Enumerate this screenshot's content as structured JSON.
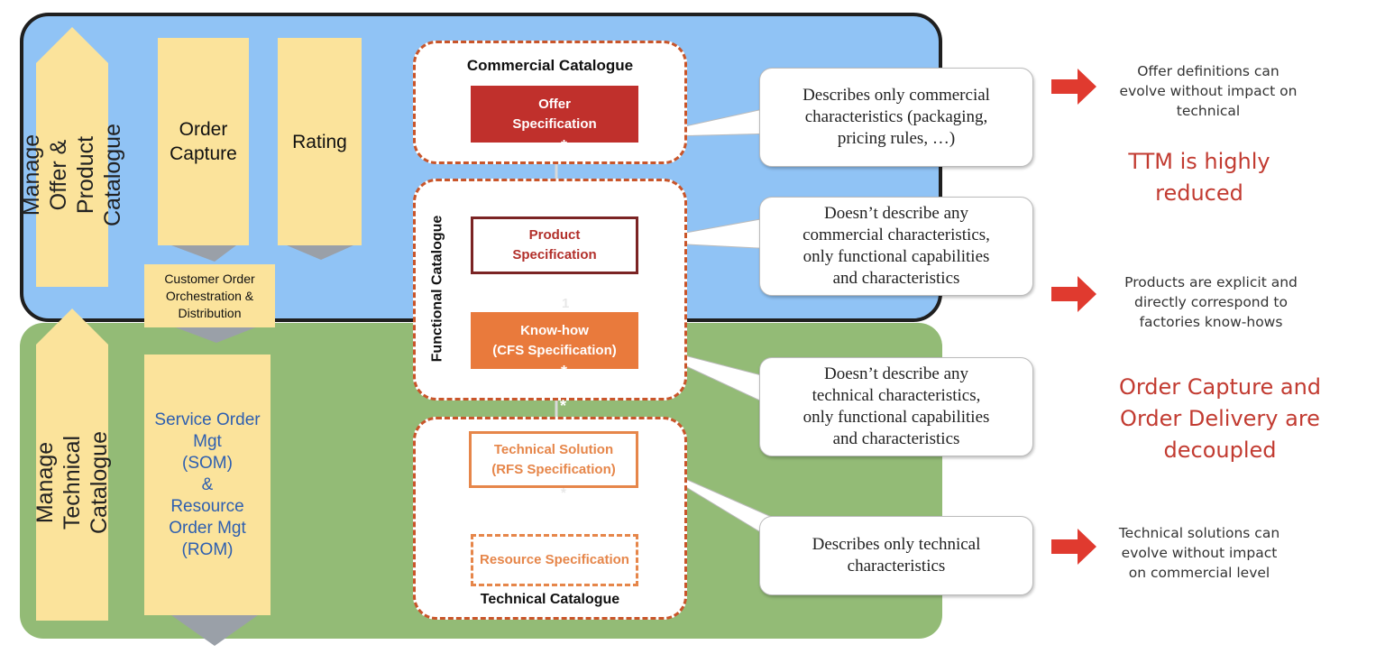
{
  "left_labels": {
    "offer_product": "Manage Offer &\nProduct Catalogue",
    "technical": "Manage Technical\nCatalogue"
  },
  "process_boxes": {
    "order_capture": "Order\nCapture",
    "rating": "Rating",
    "customer_order": "Customer Order\nOrchestration &\nDistribution",
    "service_order": "Service Order\nMgt\n(SOM)\n&\nResource\nOrder Mgt\n(ROM)"
  },
  "catalogues": {
    "commercial": {
      "title": "Commercial Catalogue",
      "offer_spec": "Offer\nSpecification"
    },
    "functional": {
      "title": "Functional Catalogue",
      "product_spec": "Product\nSpecification",
      "know_how": "Know-how\n(CFS Specification)"
    },
    "technical": {
      "title": "Technical Catalogue",
      "technical_solution": "Technical Solution\n(RFS Specification)",
      "resource_spec": "Resource Specification"
    }
  },
  "multiplicity": {
    "offer_bottom": "*",
    "product_bottom": "1",
    "knowhow_bottom": "*",
    "knowhow_link": "*",
    "techsol_bottom": "*"
  },
  "callouts": {
    "commercial": "Describes only commercial\ncharacteristics (packaging,\npricing rules, …)",
    "product": "Doesn’t describe any\ncommercial characteristics,\nonly functional capabilities\nand characteristics",
    "knowhow": "Doesn’t describe any\ntechnical characteristics,\nonly functional capabilities\nand  characteristics",
    "technical": "Describes only technical\ncharacteristics"
  },
  "notes": {
    "offer": "Offer definitions can\nevolve without impact on\ntechnical",
    "ttm": "TTM is highly\nreduced",
    "products": "Products are  explicit and\ndirectly correspond to\nfactories know-hows",
    "decoupled": "Order Capture and\nOrder Delivery are\ndecoupled",
    "technical": "Technical solutions can\nevolve without impact\non commercial level"
  },
  "colors": {
    "blue_region": "#90c3f5",
    "green_region": "#93bb76",
    "sticky": "#fbe39b",
    "offer_fill": "#c0302c",
    "product_border": "#7b2424",
    "product_text": "#b2302b",
    "knowhow_fill": "#e97a3c",
    "technical_border": "#e6864a",
    "accent_red": "#c23b31",
    "arrow_red": "#e03a2f"
  }
}
